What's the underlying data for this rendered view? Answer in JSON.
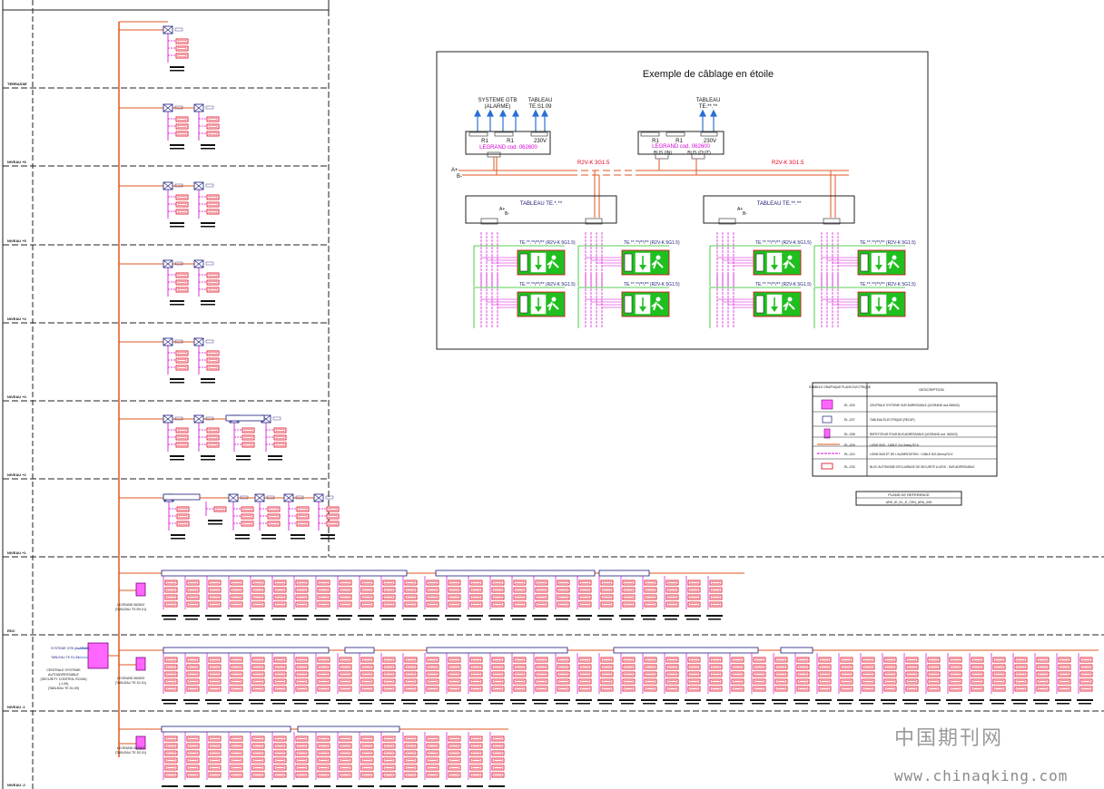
{
  "inset": {
    "title": "Exemple de câblage en étoile",
    "left_panel": {
      "top_label_1": "SYSTEME GTB",
      "top_label_2": "(ALARME)",
      "top_label_3": "TABLEAU",
      "top_label_4": "TE.S1.09",
      "relay_1": "R1",
      "relay_2": "R1",
      "voltage": "230V",
      "ref": "LEGRAND cod. 062600",
      "bus_label": "R2V-K 3G1.5",
      "tableau": "TABLEAU TE.*.**"
    },
    "right_panel": {
      "top_label_1": "TABLEAU",
      "top_label_2": "TE.**.**",
      "relay_1": "R1",
      "relay_2": "R1",
      "voltage": "230V",
      "ref": "LEGRAND cod. 062600",
      "bus_in": "BUS (IN)",
      "bus_out": "BUS (OUT)",
      "bus_label": "R2V-K 3G1.5",
      "tableau": "TABLEAU TE.**.**"
    },
    "line_a_plus": "A+",
    "line_b_minus": "B-",
    "cable_label": "TE.**.**/**/** (R2V-K 5G1.5)"
  },
  "legend": {
    "col_1": "SYMBOLE GRAPHIQUE PLANS ELECTRIQUE",
    "col_2": "DESCRIPTION",
    "rows": [
      {
        "code": "EL-203",
        "text": "CENTRALE SYSTEME SUR ADRESSABLE (LEGRAND cod.062600)"
      },
      {
        "code": "EL-207",
        "text": "TABLEAU ELECTRIQUE (RECAP)"
      },
      {
        "code": "EL-208",
        "text": "REPETITEUR POUR BUS ADRESSABLE (LEGRAND cod. 062603)"
      },
      {
        "code": "EL-209",
        "text": "LIGNE BUS - CABLE 2x1,5mmq R2-K"
      },
      {
        "code": "EL-210",
        "text": "LIGNE BUS ET DE L'ALIMENTATION - CABLE 5G1,5mmq R2-K"
      },
      {
        "code": "EL-233",
        "text": "BLOC AUTONOME D'ECLAIRAGE DE SECURITE A LEDS - SUR ADRESSABLE"
      }
    ]
  },
  "ref_box": {
    "title": "PLANS DE REFERENCE",
    "value": "ARE_IE_EL_E_CEN_ARA_005"
  },
  "floors": [
    {
      "label": "TERRASSE"
    },
    {
      "label": "NIVEAU +6"
    },
    {
      "label": "NIVEAU +5"
    },
    {
      "label": "NIVEAU +4"
    },
    {
      "label": "NIVEAU +3"
    },
    {
      "label": "NIVEAU +2"
    },
    {
      "label": "NIVEAU +1"
    },
    {
      "label": "RDC"
    },
    {
      "label": "NIVEAU -1"
    },
    {
      "label": "NIVEAU -2"
    }
  ],
  "central": {
    "label_1": "CENTRALE SYSTEME",
    "label_2": "AUTOADRESSABLE",
    "label_3": "(SECURITY CONTROL ROOM)",
    "label_4": "(-1.09)",
    "label_5": "(TABLEAU TE.S1.09)",
    "gtb_1": "SYSTEME GTB (ALARME)",
    "gtb_2": "TABLEAU TE.S1.09"
  },
  "repeaters": [
    {
      "label_1": "LEGRAND 062603",
      "label_2": "(TABLEAU TE.R0.01)"
    },
    {
      "label_1": "LEGRAND 062603",
      "label_2": "(TABLEAU TE.S1.01)"
    },
    {
      "label_1": "LEGRAND 062603",
      "label_2": "(TABLEAU TE.S2.01)"
    }
  ],
  "watermark": {
    "cn": "中国期刊网",
    "url": "www.chinaqking.com"
  },
  "colors": {
    "bus": "#e0561f",
    "feed": "#d400d4",
    "unit": "#e0001a",
    "green": "#1fbf1f",
    "blue_accent": "#2a6fd6",
    "navy": "#1a1a7a"
  }
}
